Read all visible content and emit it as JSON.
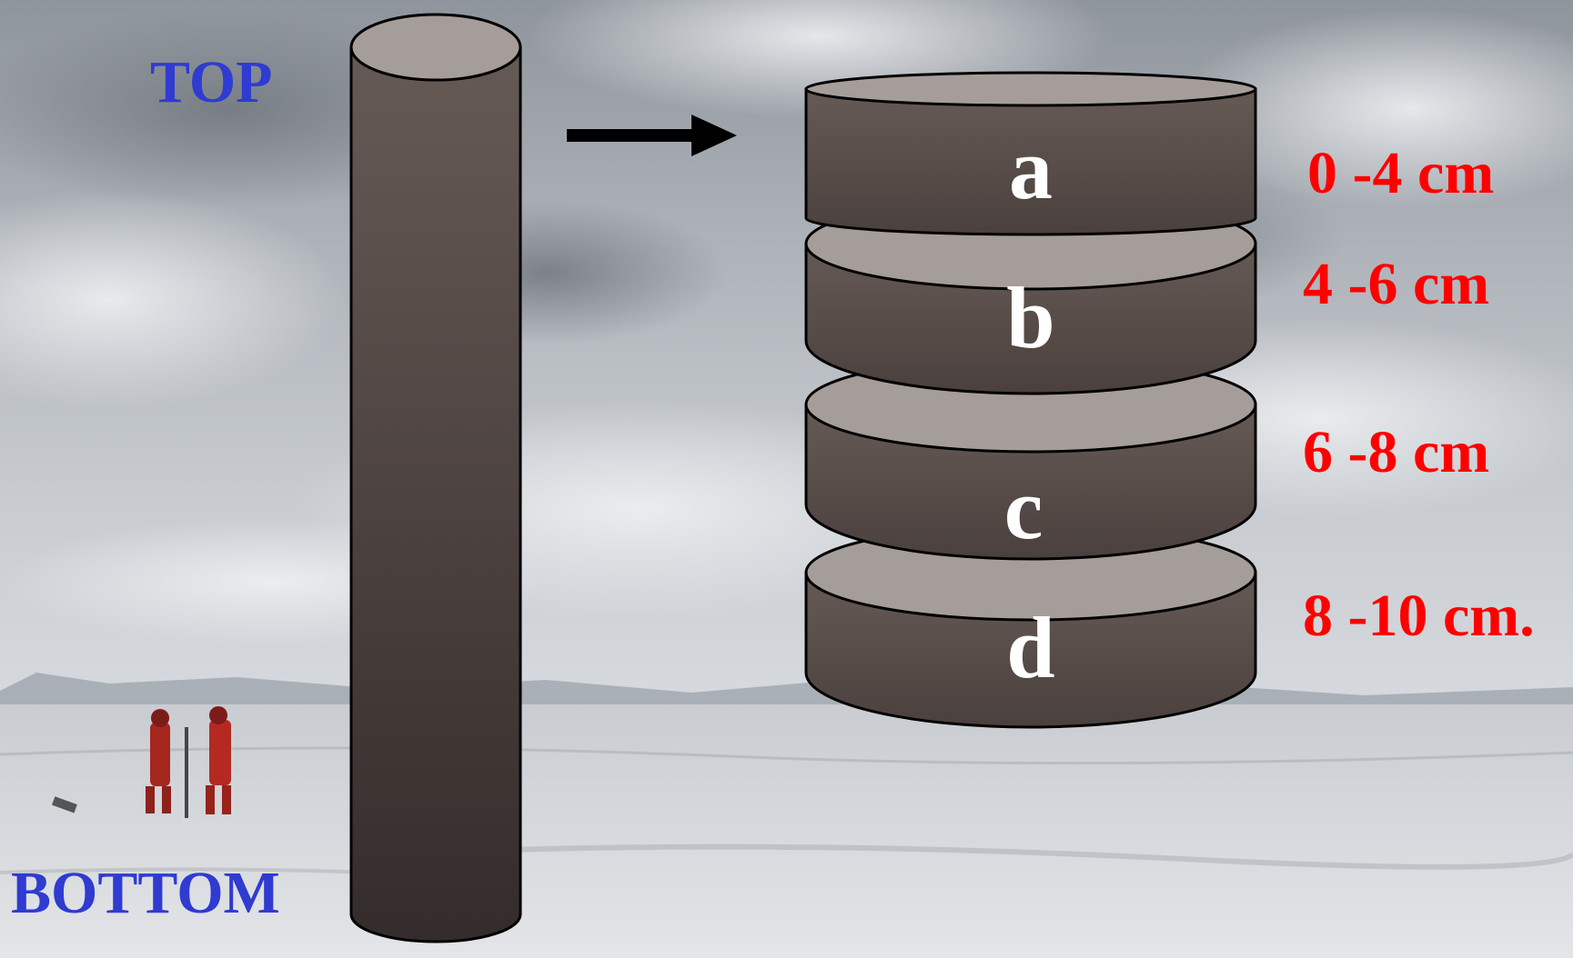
{
  "labels": {
    "top": "TOP",
    "bottom": "BOTTOM"
  },
  "slices": [
    {
      "letter": "a",
      "depth": "0 -4 cm"
    },
    {
      "letter": "b",
      "depth": "4 -6 cm"
    },
    {
      "letter": "c",
      "depth": "6 -8 cm"
    },
    {
      "letter": "d",
      "depth": "8 -10 cm."
    }
  ],
  "colors": {
    "end_label": "#2f3bd1",
    "depth_label": "#ff0000",
    "core_body": "#4a3f3c",
    "core_top": "#a59d99",
    "letter": "#ffffff"
  },
  "icons": [
    "arrow-right-icon"
  ]
}
